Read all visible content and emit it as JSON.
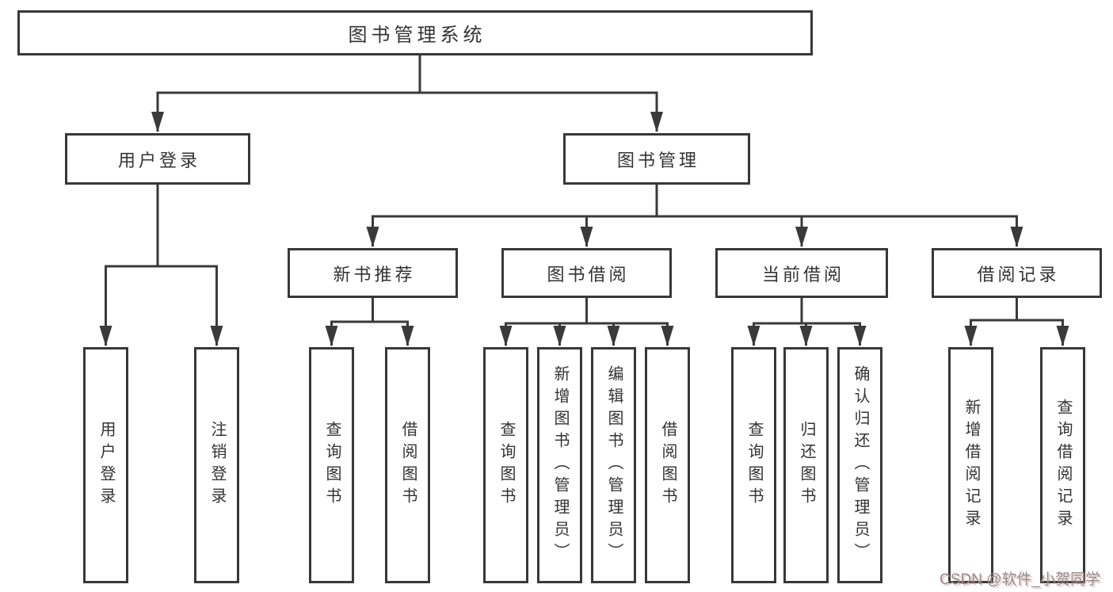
{
  "diagram": {
    "root": {
      "label": "图书管理系统"
    },
    "level2": [
      {
        "label": "用户登录"
      },
      {
        "label": "图书管理"
      }
    ],
    "level3": [
      {
        "label": "新书推荐"
      },
      {
        "label": "图书借阅"
      },
      {
        "label": "当前借阅"
      },
      {
        "label": "借阅记录"
      }
    ],
    "leaves": {
      "user_login": [
        "用户登录",
        "注销登录"
      ],
      "new_book_recommendation": [
        "查询图书",
        "借阅图书"
      ],
      "book_borrowing": [
        "查询图书",
        "新增图书（管理员）",
        "编辑图书（管理员）",
        "借阅图书"
      ],
      "current_borrowing": [
        "查询图书",
        "归还图书",
        "确认归还（管理员）"
      ],
      "borrowing_records": [
        "新增借阅记录",
        "查询借阅记录"
      ]
    }
  },
  "watermark": {
    "text": "CSDN @软件_小贺同学"
  },
  "colors": {
    "line": "#3a3a3a",
    "border": "#383838",
    "text": "#333333",
    "watermark_text": "#8f8f8f",
    "background": "#ffffff"
  }
}
